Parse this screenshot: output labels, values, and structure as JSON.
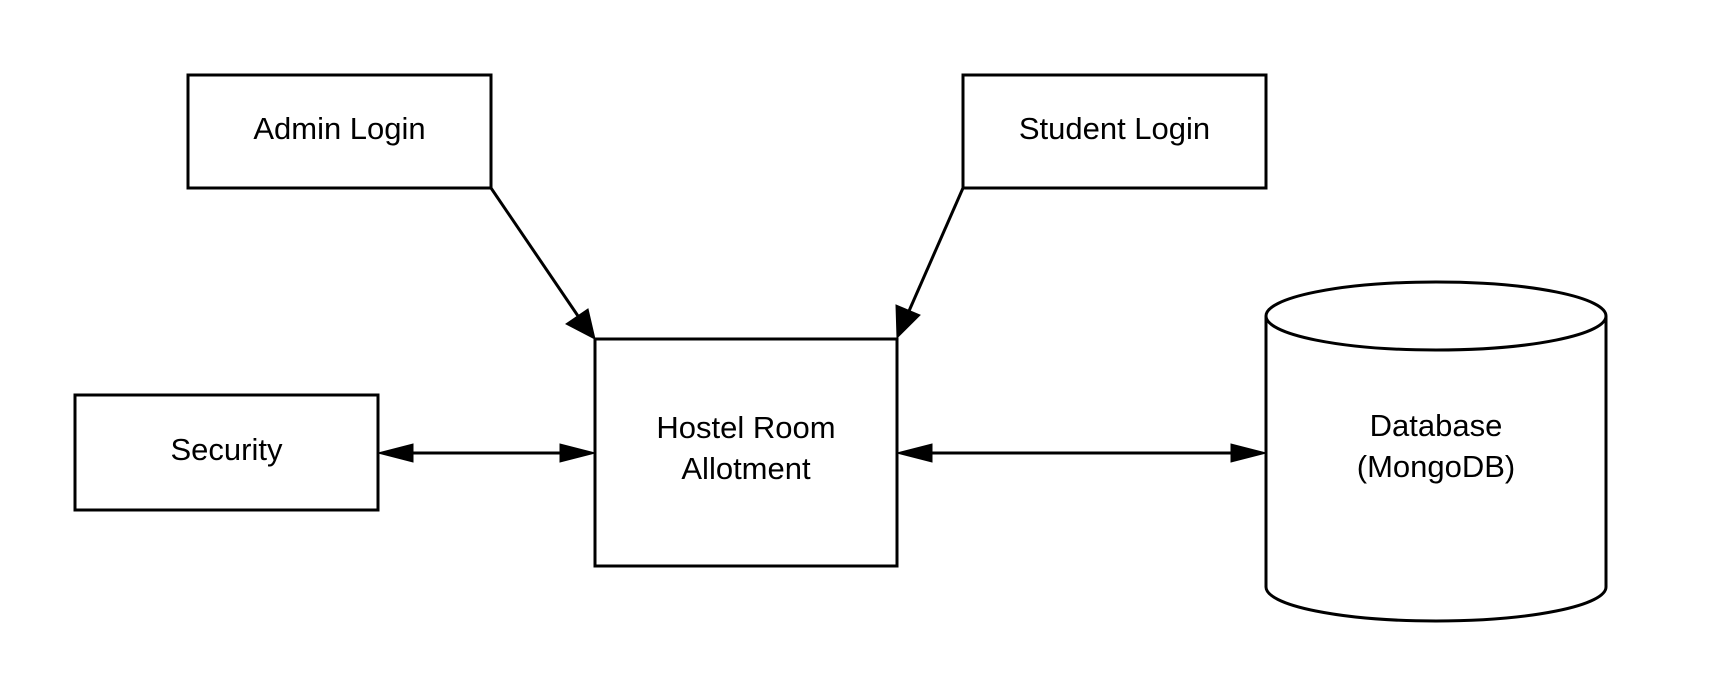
{
  "nodes": {
    "admin_login": {
      "label": "Admin Login"
    },
    "student_login": {
      "label": "Student Login"
    },
    "security": {
      "label": "Security"
    },
    "hostel": {
      "line1": "Hostel Room",
      "line2": "Allotment"
    },
    "database": {
      "line1": "Database",
      "line2": "(MongoDB)"
    }
  },
  "edges": [
    {
      "from": "Admin Login",
      "to": "Hostel Room Allotment",
      "direction": "one-way"
    },
    {
      "from": "Student Login",
      "to": "Hostel Room Allotment",
      "direction": "one-way"
    },
    {
      "from": "Security",
      "to": "Hostel Room Allotment",
      "direction": "two-way"
    },
    {
      "from": "Hostel Room Allotment",
      "to": "Database (MongoDB)",
      "direction": "two-way"
    }
  ],
  "colors": {
    "stroke": "#000000",
    "fill": "#ffffff",
    "background": "#ffffff"
  }
}
